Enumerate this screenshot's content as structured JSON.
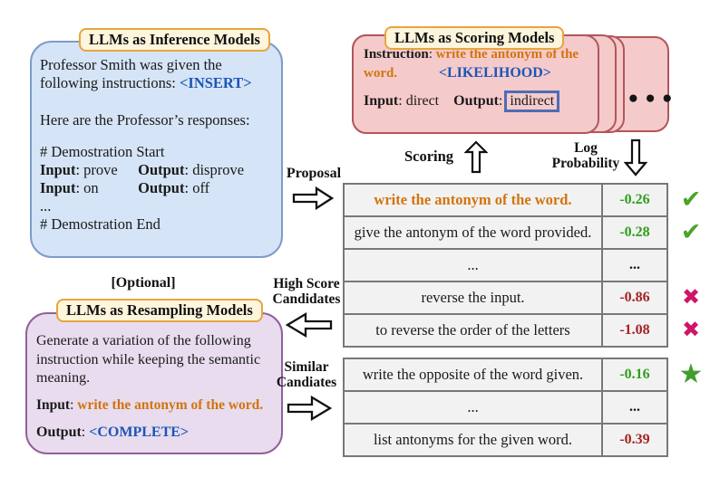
{
  "colors": {
    "orange_text": "#d2740e",
    "token_blue": "#1c55b8",
    "good_green": "#2f9e1c",
    "bad_red": "#a32222",
    "check_green": "#4aa32a",
    "cross_magenta": "#d01568",
    "star_green": "#3f9e2c",
    "inference_fill": "#d5e4f6",
    "scoring_fill": "#f5caca",
    "resampling_fill": "#e8dcee",
    "badge_fill": "#fdf5dc",
    "badge_border": "#e6a53f"
  },
  "inference_box": {
    "title": "LLMs as Inference Models",
    "intro_line1": "Professor Smith was given the",
    "intro_line2": "following instructions: ",
    "insert_token": "<INSERT>",
    "responses_line": "Here are the Professor’s responses:",
    "demo_start": "# Demostration Start",
    "demo_rows": [
      {
        "input_label": "Input",
        "input_value": ": prove",
        "output_label": "Output",
        "output_value": ": disprove"
      },
      {
        "input_label": "Input",
        "input_value": ": on",
        "output_label": "Output",
        "output_value": ": off"
      }
    ],
    "ellipsis": "...",
    "demo_end": "# Demostration End"
  },
  "scoring_box": {
    "title": "LLMs as Scoring Models",
    "instruction_label": "Instruction",
    "instruction_sep": ": ",
    "instruction_line1": "write the antonym of the",
    "instruction_line2": "word.",
    "likelihood_token": "<LIKELIHOOD>",
    "input_label": "Input",
    "input_value": ": direct",
    "output_label": "Output",
    "output_sep": ":",
    "boxed_output": "indirect",
    "dots": "•••"
  },
  "flow": {
    "proposal": "Proposal",
    "scoring": "Scoring",
    "log_line1": "Log",
    "log_line2": "Probability",
    "high_score_line1": "High Score",
    "high_score_line2": "Candidates",
    "similar_line1": "Similar",
    "similar_line2": "Candiates",
    "optional": "[Optional]"
  },
  "score_table": {
    "rows": [
      {
        "text": "write the antonym of the word.",
        "score": "-0.26",
        "mark": "✔"
      },
      {
        "text": "give the antonym of the word provided.",
        "score": "-0.28",
        "mark": "✔"
      },
      {
        "text": "...",
        "score": "...",
        "mark": ""
      },
      {
        "text": "reverse the input.",
        "score": "-0.86",
        "mark": "✖"
      },
      {
        "text": "to reverse the order of the letters",
        "score": "-1.08",
        "mark": "✖"
      }
    ]
  },
  "resample_table": {
    "rows": [
      {
        "text": "write the opposite of the word given.",
        "score": "-0.16",
        "mark": "★"
      },
      {
        "text": "...",
        "score": "...",
        "mark": ""
      },
      {
        "text": "list antonyms for the given word.",
        "score": "-0.39",
        "mark": ""
      }
    ]
  },
  "resampling_box": {
    "title": "LLMs as Resampling Models",
    "body_line1": "Generate a variation of the following",
    "body_line2": "instruction while keeping the semantic",
    "body_line3": "meaning.",
    "input_label": "Input",
    "input_sep": ": ",
    "input_value": "write the antonym of the word.",
    "output_label": "Output",
    "output_sep": ": ",
    "complete_token": "<COMPLETE>"
  }
}
